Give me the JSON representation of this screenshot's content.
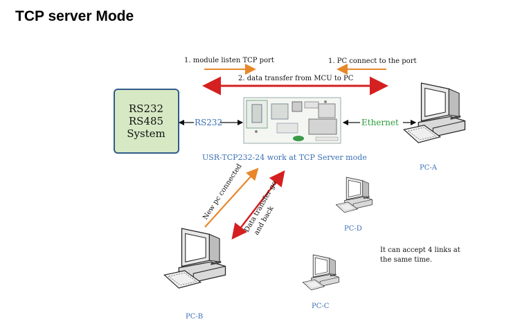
{
  "title": "TCP server Mode",
  "labels": {
    "module_listen": "1. module listen TCP port",
    "pc_connect": "1. PC connect to the port",
    "data_transfer": "2. data transfer from MCU to PC",
    "rs232_link": "RS232",
    "ethernet_link": "Ethernet",
    "module_caption": "USR-TCP232-24  work at TCP Server mode",
    "new_pc": "New pc connected",
    "data_go_back_1": "Data transfer go",
    "data_go_back_2": "and back",
    "accept_1": "It can accept 4 links at",
    "accept_2": "the same time.",
    "pc_a": "PC-A",
    "pc_b": "PC-B",
    "pc_c": "PC-C",
    "pc_d": "PC-D"
  },
  "system_box": {
    "line1": "RS232",
    "line2": "RS485",
    "line3": "System"
  },
  "colors": {
    "orange_arrow": "#e8872a",
    "red_arrow": "#d42020",
    "system_box_fill": "#d6e9c4",
    "rs232_text": "#3a6fb5",
    "ethernet_text": "#2a9a3a"
  }
}
